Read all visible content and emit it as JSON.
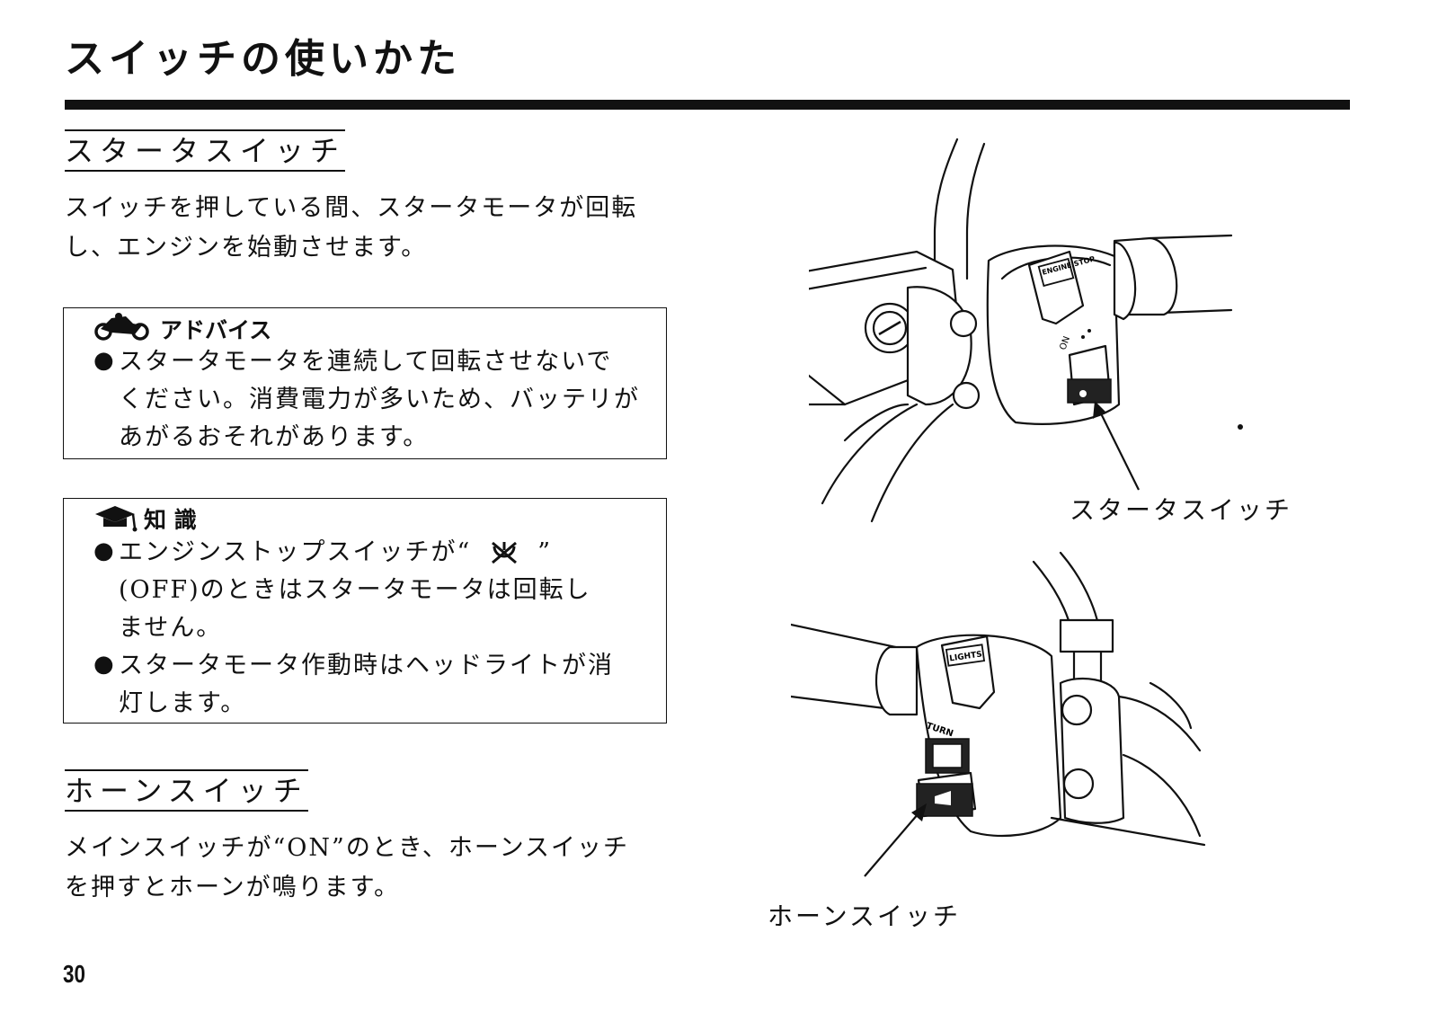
{
  "page": {
    "title": "スイッチの使いかた",
    "page_number": "30"
  },
  "starter": {
    "heading": "スタータスイッチ",
    "body_line1": "スイッチを押している間、スタータモータが回転",
    "body_line2": "し、エンジンを始動させます。",
    "callout": "スタータスイッチ"
  },
  "advice": {
    "heading": "アドバイス",
    "icon": "motorcycle-icon",
    "line1": "スタータモータを連続して回転させないで",
    "line2": "ください。消費電力が多いため、バッテリが",
    "line3": "あがるおそれがあります。"
  },
  "knowledge": {
    "heading": "知 識",
    "icon": "graduation-cap-icon",
    "item1_line1a": "エンジンストップスイッチが“",
    "item1_symbol": "engine-stop-off-icon",
    "item1_line1b": "”",
    "item1_line2": "(OFF)のときはスタータモータは回転し",
    "item1_line3": "ません。",
    "item2_line1": "スタータモータ作動時はヘッドライトが消",
    "item2_line2": "灯します。"
  },
  "horn": {
    "heading": "ホーンスイッチ",
    "body_line1": "メインスイッチが“ON”のとき、ホーンスイッチ",
    "body_line2": "を押すとホーンが鳴ります。",
    "callout": "ホーンスイッチ"
  },
  "diagram_labels": {
    "engine_stop": "ENGINE STOP",
    "on": "ON",
    "lights": "LIGHTS",
    "turn": "TURN"
  }
}
